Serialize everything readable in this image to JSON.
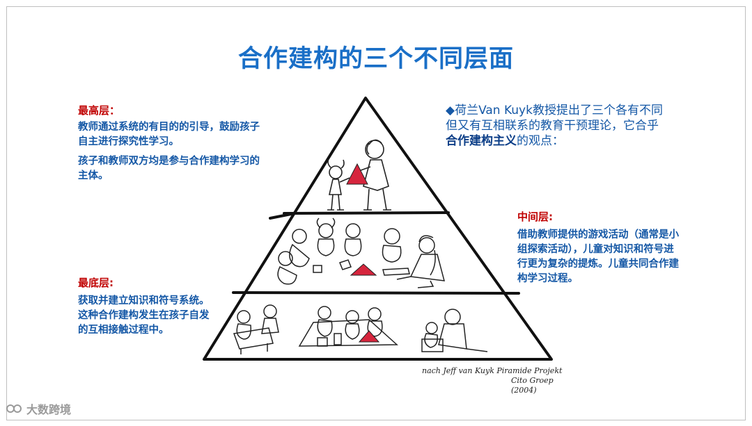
{
  "title": "合作建构的三个不同层面",
  "top_level": {
    "label": "最高层：",
    "lines": [
      "教师通过系统的有目的的引导，鼓励孩子",
      "自主进行探究性学习。",
      "孩子和教师双方均是参与合作建构学习的",
      "主体。"
    ]
  },
  "bottom_level": {
    "label": "最底层:",
    "lines": [
      "获取并建立知识和符号系统。",
      "这种合作建构发生在孩子自发",
      "的互相接触过程中。"
    ]
  },
  "intro": {
    "line1": "◆荷兰Van Kuyk教授提出了三个各有不同",
    "line2": "但又有互相联系的教育干预理论，它合乎",
    "line3_bold": "合作建构主义",
    "line3_rest": "的观点："
  },
  "middle_level": {
    "label": "中间层:",
    "lines": [
      "借助教师提供的游戏活动（通常是小",
      "组探索活动），儿童对知识和符号进",
      "行更为复杂的提炼。儿童共同合作建",
      "构学习过程。"
    ]
  },
  "credit": {
    "line1": "nach Jeff van Kuyk  Piramide Projekt",
    "line2": "Cito Groep (2004)"
  },
  "watermark": "大数跨境",
  "colors": {
    "title": "#1a6fc7",
    "label": "#c00000",
    "body": "#1558a6",
    "accent_triangle": "#d6253d"
  }
}
